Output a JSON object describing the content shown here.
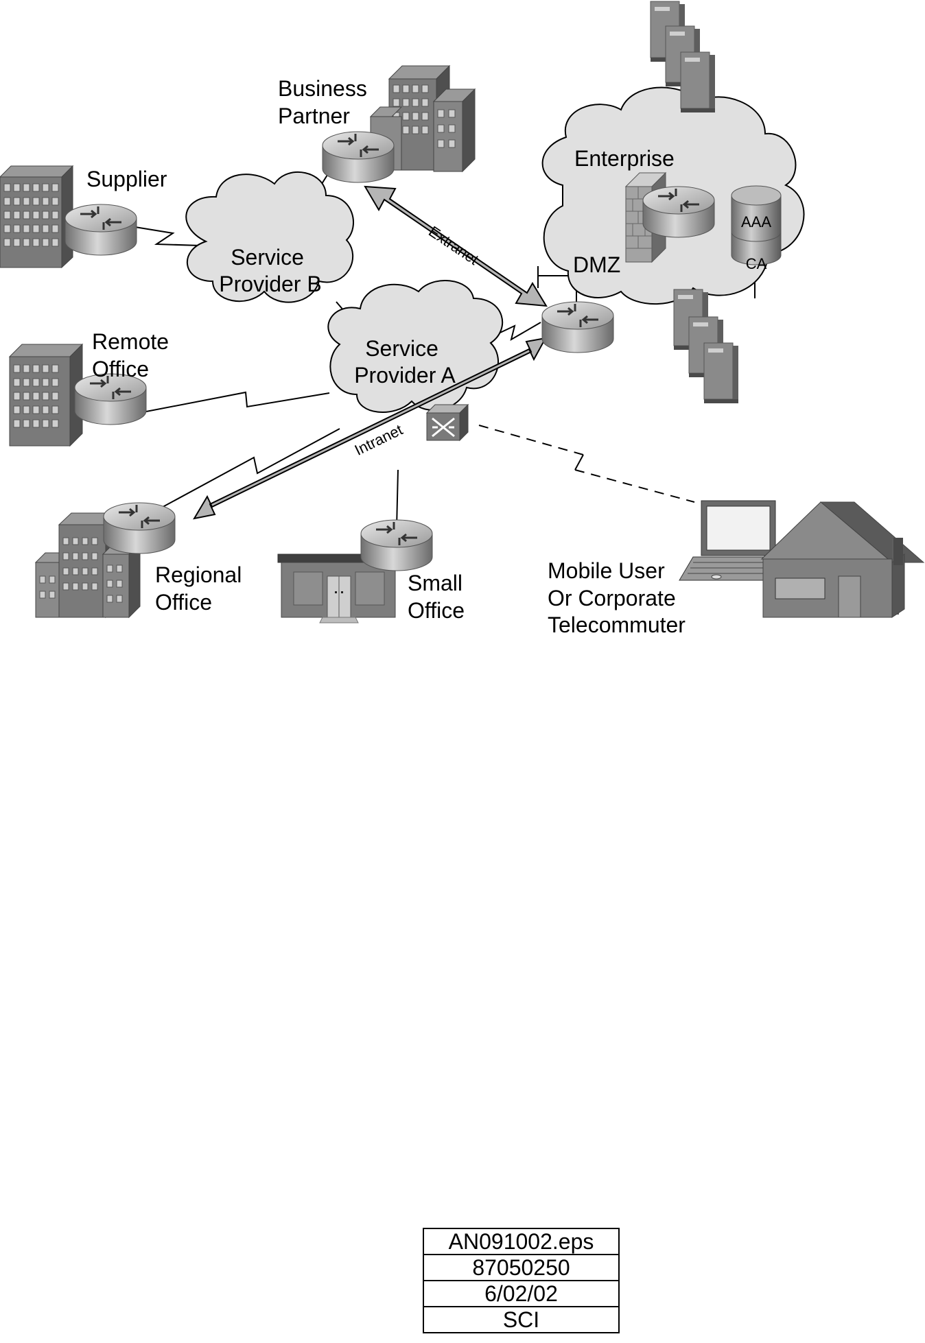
{
  "nodes": {
    "business_partner": [
      "Business",
      "Partner"
    ],
    "supplier": [
      "Supplier"
    ],
    "service_provider_b": [
      "Service",
      "Provider B"
    ],
    "remote_office": [
      "Remote",
      "Office"
    ],
    "service_provider_a": [
      "Service",
      "Provider A"
    ],
    "enterprise": [
      "Enterprise"
    ],
    "dmz": [
      "DMZ"
    ],
    "aaa": [
      "AAA"
    ],
    "ca": [
      "CA"
    ],
    "regional_office": [
      "Regional",
      "Office"
    ],
    "small_office": [
      "Small",
      "Office"
    ],
    "mobile_user": [
      "Mobile User",
      "Or Corporate",
      "Telecommuter"
    ]
  },
  "links": {
    "extranet": "Extranet",
    "intranet": "Intranet"
  },
  "meta_table": [
    "AN091002.eps",
    "87050250",
    "6/02/02",
    "SCI"
  ]
}
